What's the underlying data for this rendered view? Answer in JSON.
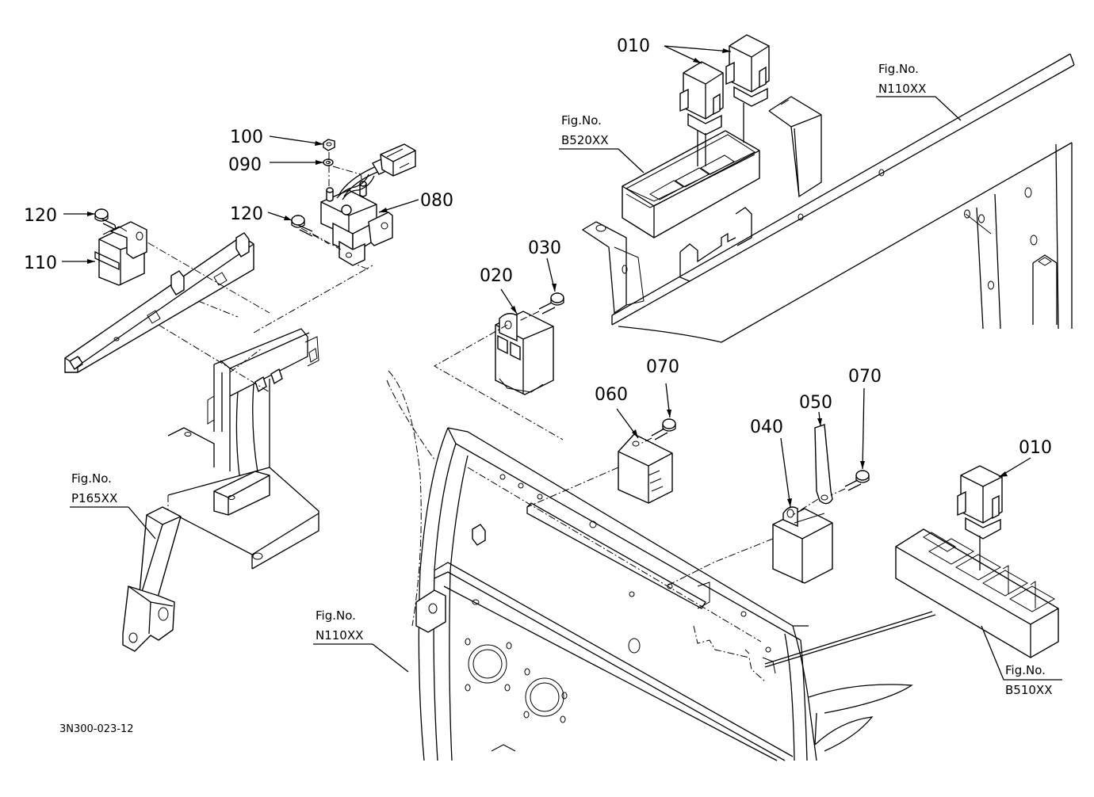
{
  "parts": [
    {
      "id": "p010a",
      "label": "010"
    },
    {
      "id": "p010b",
      "label": "010"
    },
    {
      "id": "p020",
      "label": "020"
    },
    {
      "id": "p030",
      "label": "030"
    },
    {
      "id": "p040",
      "label": "040"
    },
    {
      "id": "p050",
      "label": "050"
    },
    {
      "id": "p060",
      "label": "060"
    },
    {
      "id": "p070a",
      "label": "070"
    },
    {
      "id": "p070b",
      "label": "070"
    },
    {
      "id": "p080",
      "label": "080"
    },
    {
      "id": "p090",
      "label": "090"
    },
    {
      "id": "p100",
      "label": "100"
    },
    {
      "id": "p110",
      "label": "110"
    },
    {
      "id": "p120a",
      "label": "120"
    },
    {
      "id": "p120b",
      "label": "120"
    }
  ],
  "fig_refs": [
    {
      "id": "f1",
      "line1": "Fig.No.",
      "line2": "N110XX"
    },
    {
      "id": "f2",
      "line1": "Fig.No.",
      "line2": "B520XX"
    },
    {
      "id": "f3",
      "line1": "Fig.No.",
      "line2": "P165XX"
    },
    {
      "id": "f4",
      "line1": "Fig.No.",
      "line2": "N110XX"
    },
    {
      "id": "f5",
      "line1": "Fig.No.",
      "line2": "B510XX"
    }
  ],
  "drawing_code": "3N300-023-12"
}
